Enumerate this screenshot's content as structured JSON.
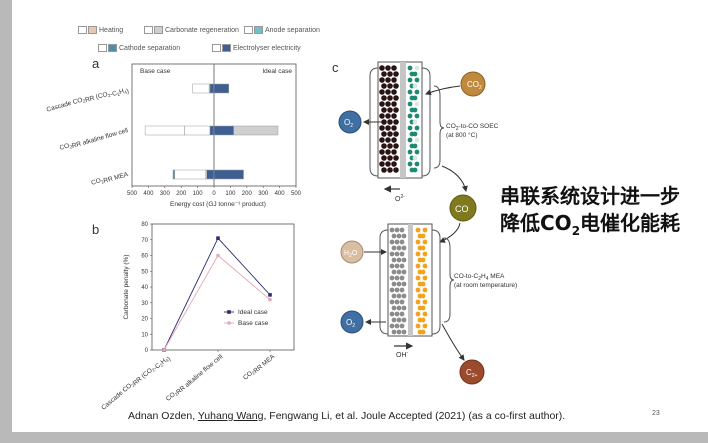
{
  "legend": [
    {
      "label": "Heating",
      "colors": [
        "#ffffff",
        "#e6c9b5"
      ]
    },
    {
      "label": "Carbonate regeneration",
      "colors": [
        "#ffffff",
        "#cfcfcf"
      ]
    },
    {
      "label": "Anode separation",
      "colors": [
        "#ffffff",
        "#6fc0c6"
      ]
    },
    {
      "label": "Cathode separation",
      "colors": [
        "#ffffff",
        "#4a8fb0"
      ]
    },
    {
      "label": "Electrolyser electricity",
      "colors": [
        "#ffffff",
        "#3f5f92"
      ]
    }
  ],
  "panel_labels": {
    "a": "a",
    "b": "b",
    "c": "c"
  },
  "chart_data": [
    {
      "type": "bar",
      "panel": "a",
      "categories": [
        "Cascade CO2RR (CO2-C2H4)",
        "CO2RR alkaline flow cell",
        "CO2RR MEA"
      ],
      "xlabel": "Energy cost (GJ tonne⁻¹ product)",
      "xlim": [
        -500,
        500
      ],
      "xticks": [
        "500",
        "400",
        "300",
        "200",
        "100",
        "0",
        "100",
        "200",
        "300",
        "400",
        "500"
      ],
      "header_left": "Base case",
      "header_right": "Ideal case",
      "base_case": [
        {
          "segments": [
            {
              "start": 0,
              "end": 25,
              "color": "#3f5f92"
            },
            {
              "start": 25,
              "end": 30,
              "color": "#ffffff"
            },
            {
              "start": 30,
              "end": 130,
              "color": "#ffffff"
            }
          ]
        },
        {
          "segments": [
            {
              "start": 0,
              "end": 25,
              "color": "#3f5f92"
            },
            {
              "start": 25,
              "end": 180,
              "color": "#ffffff"
            },
            {
              "start": 180,
              "end": 420,
              "color": "#ffffff"
            }
          ]
        },
        {
          "segments": [
            {
              "start": 0,
              "end": 45,
              "color": "#3f5f92"
            },
            {
              "start": 45,
              "end": 50,
              "color": "#ffffff"
            },
            {
              "start": 50,
              "end": 240,
              "color": "#ffffff"
            },
            {
              "start": 240,
              "end": 250,
              "color": "#4a8fb0"
            }
          ]
        }
      ],
      "ideal_case": [
        {
          "segments": [
            {
              "start": 0,
              "end": 90,
              "color": "#3f5f92"
            }
          ]
        },
        {
          "segments": [
            {
              "start": 0,
              "end": 120,
              "color": "#3f5f92"
            },
            {
              "start": 120,
              "end": 390,
              "color": "#cfcfcf"
            }
          ]
        },
        {
          "segments": [
            {
              "start": 0,
              "end": 180,
              "color": "#3f5f92"
            }
          ]
        }
      ]
    },
    {
      "type": "line",
      "panel": "b",
      "categories": [
        "Cascade CO2RR (CO2-C2H4)",
        "CO2RR alkaline flow cell",
        "CO2RR MEA"
      ],
      "ylabel": "Carbonate penalty (%)",
      "ylim": [
        0,
        80
      ],
      "yticks": [
        "0",
        "10",
        "20",
        "30",
        "40",
        "50",
        "60",
        "70",
        "80"
      ],
      "series": [
        {
          "name": "Ideal case",
          "values": [
            0,
            71,
            35
          ],
          "color": "#2b2d6e"
        },
        {
          "name": "Base case",
          "values": [
            0,
            60,
            32
          ],
          "color": "#e3a9b6"
        }
      ]
    }
  ],
  "diagram": {
    "soec_co2": "CO",
    "soec_co2_sub": "2",
    "soec_o2": "O",
    "soec_o2_sub": "2",
    "soec_label_1": "CO",
    "soec_label_1_sub": "2",
    "soec_label_2": "-to-CO SOEC",
    "soec_label_3": "(at 800 °C)",
    "soec_ion": "O",
    "soec_ion_sup": "2-",
    "co_label": "CO",
    "h2o": "H",
    "h2o_sub": "2",
    "h2o_tail": "O",
    "mea_o2": "O",
    "mea_o2_sub": "2",
    "mea_label_1": "CO-to-C",
    "mea_label_1_sub": "2",
    "mea_label_2": "H",
    "mea_label_2_sub": "4",
    "mea_label_3": " MEA",
    "mea_label_4": "(at room temperature)",
    "mea_ion": "OH",
    "mea_ion_sup": "-",
    "c2_label": "C",
    "c2_sub": "2+"
  },
  "headline": {
    "line1": "串联系统设计进一步",
    "line2_a": "降低CO",
    "line2_sub": "2",
    "line2_b": "电催化能耗"
  },
  "citation": {
    "part1": "Adnan Ozden, ",
    "highlight": "Yuhang Wang",
    "part2": ", Fengwang Li, et al. Joule Accepted (2021) (as a co-first author)."
  },
  "page_number": "23"
}
